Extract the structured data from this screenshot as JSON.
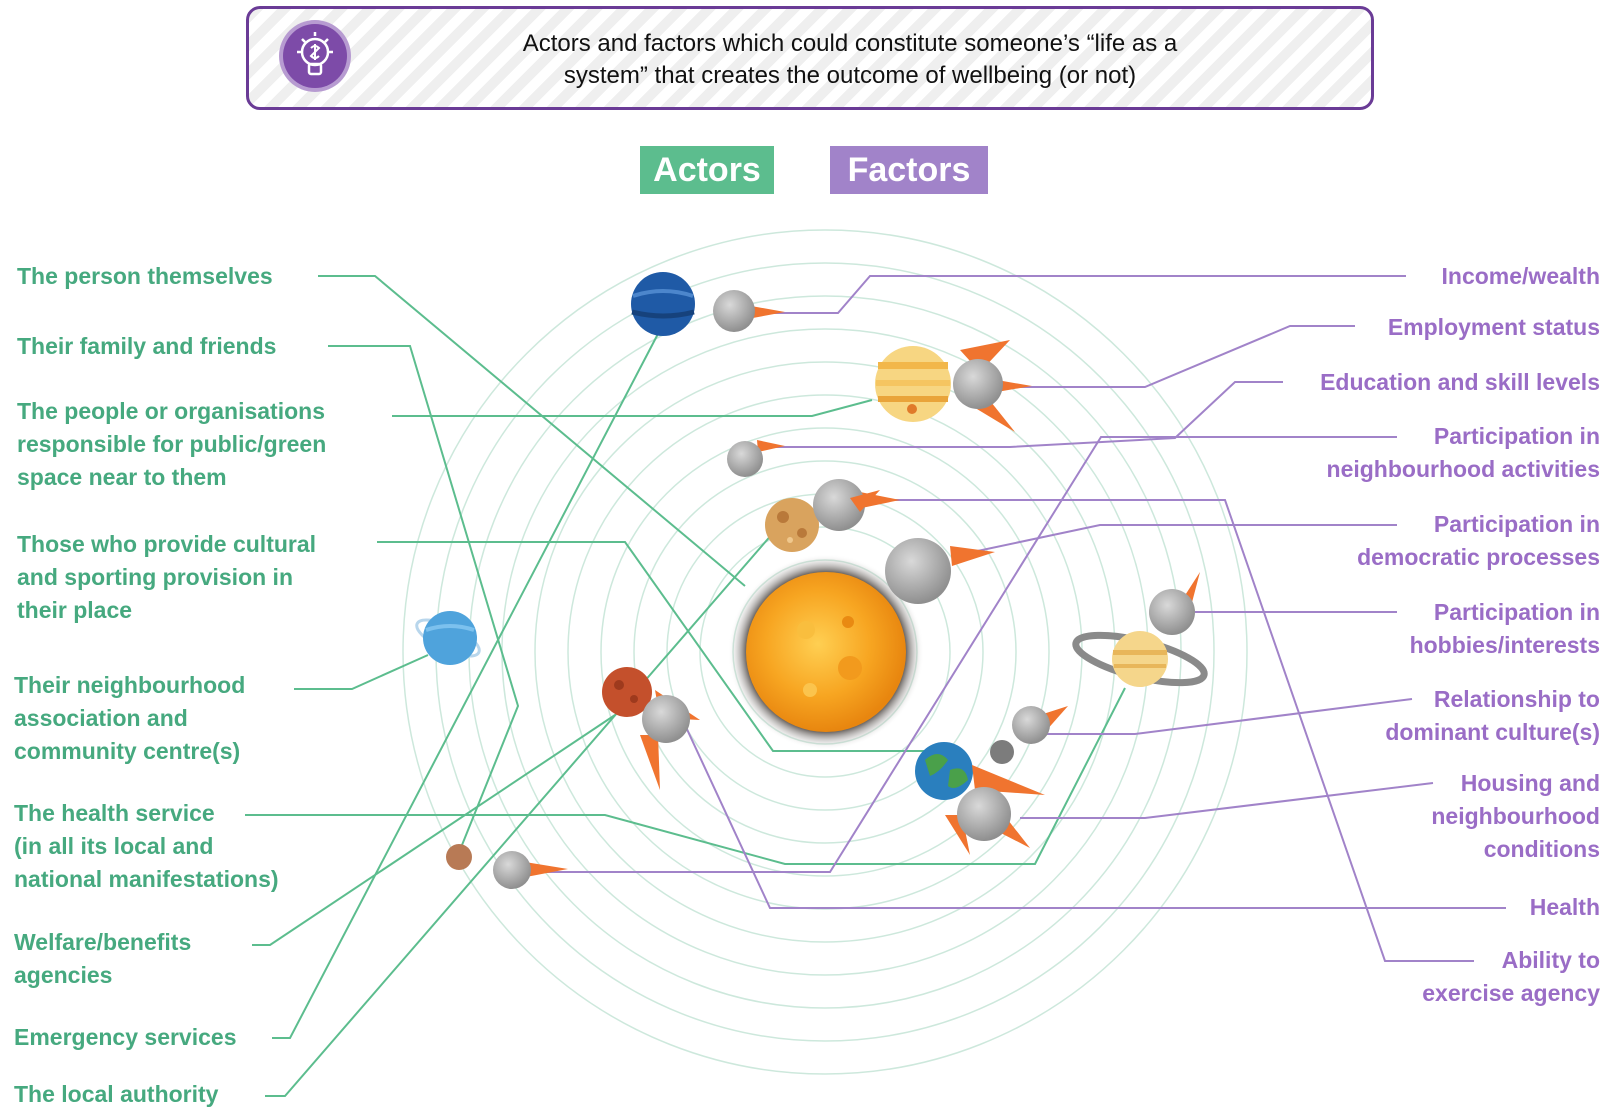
{
  "banner": {
    "icon": "lightbulb-icon",
    "line1": "Actors and factors which could constitute someone’s “life as a",
    "line2": "system” that creates the outcome of wellbeing (or not)",
    "border_color": "#6a3b96"
  },
  "legend": {
    "actors": "Actors",
    "factors": "Factors",
    "actors_color": "#5cbd8e",
    "factors_color": "#a183c9"
  },
  "actors": [
    {
      "lines": [
        "The person themselves"
      ]
    },
    {
      "lines": [
        "Their family and friends"
      ]
    },
    {
      "lines": [
        "The people or organisations",
        "responsible for public/green",
        "space near to them"
      ]
    },
    {
      "lines": [
        "Those who provide cultural",
        "and sporting provision in",
        "their place"
      ]
    },
    {
      "lines": [
        "Their neighbourhood",
        "association and",
        "community centre(s)"
      ]
    },
    {
      "lines": [
        "The health service",
        "(in all its local and",
        "national manifestations)"
      ]
    },
    {
      "lines": [
        "Welfare/benefits",
        "agencies"
      ]
    },
    {
      "lines": [
        "Emergency services"
      ]
    },
    {
      "lines": [
        "The local authority"
      ]
    }
  ],
  "factors": [
    {
      "lines": [
        "Income/wealth"
      ]
    },
    {
      "lines": [
        "Employment status"
      ]
    },
    {
      "lines": [
        "Education and skill levels"
      ]
    },
    {
      "lines": [
        "Participation in",
        "neighbourhood activities"
      ]
    },
    {
      "lines": [
        "Participation in",
        "democratic processes"
      ]
    },
    {
      "lines": [
        "Participation in",
        "hobbies/interests"
      ]
    },
    {
      "lines": [
        "Relationship to",
        "dominant culture(s)"
      ]
    },
    {
      "lines": [
        "Housing and",
        "neighbourhood",
        "conditions"
      ]
    },
    {
      "lines": [
        "Health"
      ]
    },
    {
      "lines": [
        "Ability to",
        "exercise agency"
      ]
    }
  ],
  "colors": {
    "actor_line": "#5cbd8e",
    "factor_line": "#a183c9",
    "sun": "#f6a623",
    "orbit": "#cde8dc"
  }
}
